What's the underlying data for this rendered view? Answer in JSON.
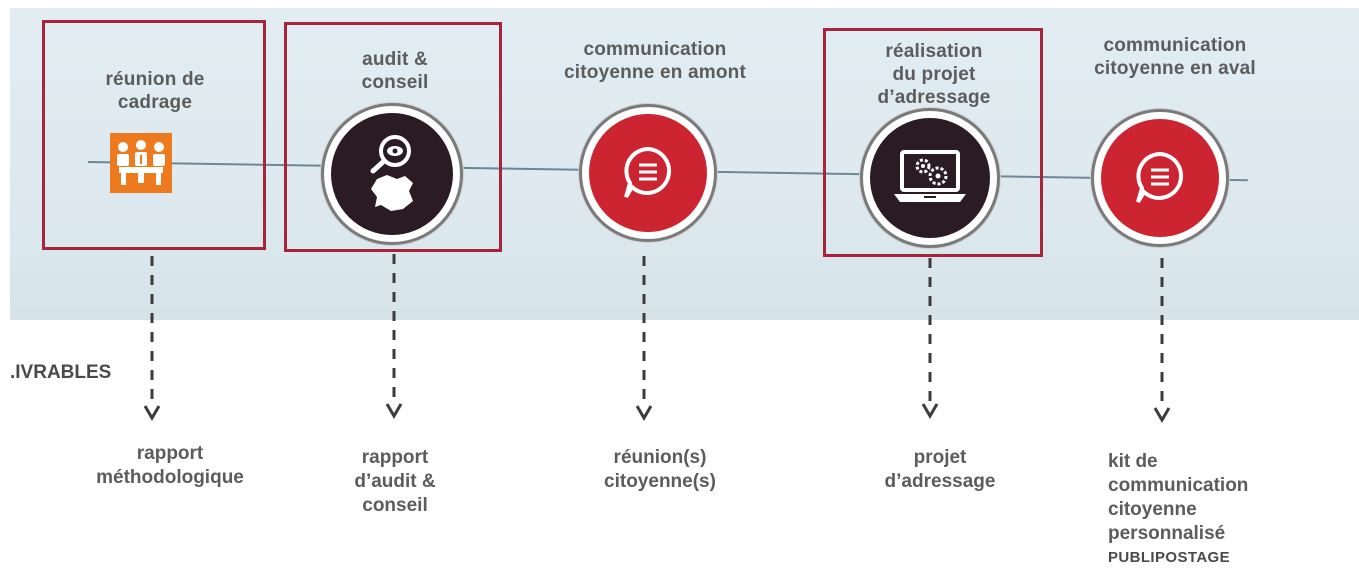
{
  "steps": [
    {
      "title_line1": "réunion de",
      "title_line2": "cadrage",
      "title_line3": "",
      "icon": "meeting-people-icon"
    },
    {
      "title_line1": "audit &",
      "title_line2": "conseil",
      "title_line3": "",
      "icon": "magnifier-eye-france-map-icon"
    },
    {
      "title_line1": "communication",
      "title_line2": "citoyenne en amont",
      "title_line3": "",
      "icon": "speech-bubble-icon"
    },
    {
      "title_line1": "réalisation",
      "title_line2": "du projet",
      "title_line3": "d’adressage",
      "icon": "laptop-gears-icon"
    },
    {
      "title_line1": "communication",
      "title_line2": "citoyenne en aval",
      "title_line3": "",
      "icon": "speech-bubble-icon"
    }
  ],
  "livrables_label": ".IVRABLES",
  "deliverables": [
    {
      "line1": "rapport",
      "line2": "méthodologique",
      "line3": ""
    },
    {
      "line1": "rapport",
      "line2": "d’audit &",
      "line3": "conseil"
    },
    {
      "line1": "réunion(s)",
      "line2": "citoyenne(s)",
      "line3": ""
    },
    {
      "line1": "projet",
      "line2": "d’adressage",
      "line3": ""
    },
    {
      "line1": "kit de",
      "line2": "communication",
      "line3": "citoyenne",
      "line4": "personnalisé",
      "line5": "PUBLIPOSTAGE"
    }
  ],
  "colors": {
    "frame": "#a8243b",
    "red": "#cc2430",
    "dark": "#2b1b22",
    "orange": "#ee7a1f",
    "band": "#dde9ef"
  }
}
